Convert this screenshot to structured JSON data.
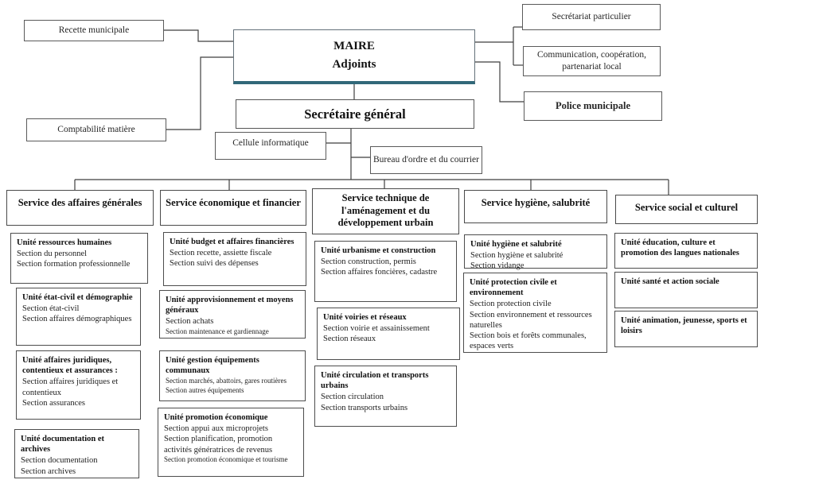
{
  "colors": {
    "maire_underline": "#316879",
    "connector_line": "#3f3f3f",
    "box_border": "#4d4d4d"
  },
  "top": {
    "recette": "Recette municipale",
    "comptabilite": "Comptabilité matière",
    "maire": "MAIRE\nAdjoints",
    "secretariat_particulier": "Secrétariat particulier",
    "communication": "Communication, coopération,\npartenariat local",
    "police": "Police municipale",
    "secretaire_general": "Secrétaire général",
    "cellule_informatique": "Cellule informatique",
    "bureau_ordre": "Bureau d'ordre et du courrier"
  },
  "columns": [
    {
      "service": "Service des affaires générales",
      "units": [
        {
          "title": "Unité ressources humaines",
          "sections": [
            "Section du personnel",
            "Section formation professionnelle"
          ]
        },
        {
          "title": "Unité état-civil et démographie",
          "sections": [
            "Section état-civil",
            "Section affaires démographiques"
          ]
        },
        {
          "title": "Unité affaires juridiques, contentieux et assurances :",
          "sections": [
            "Section affaires juridiques et contentieux",
            "Section assurances"
          ]
        },
        {
          "title": "Unité documentation et archives",
          "sections": [
            "Section documentation",
            "Section archives"
          ]
        }
      ]
    },
    {
      "service": "Service économique et financier",
      "units": [
        {
          "title": "Unité budget et affaires financières",
          "sections": [
            "Section recette, assiette fiscale",
            "Section suivi des dépenses"
          ]
        },
        {
          "title": "Unité approvisionnement et moyens généraux",
          "sections": [
            "Section achats",
            {
              "text": "Section maintenance et gardiennage",
              "small": true
            }
          ]
        },
        {
          "title": "Unité gestion équipements communaux",
          "sections": [
            {
              "text": "Section marchés, abattoirs, gares routières",
              "small": true
            },
            {
              "text": "Section autres équipements",
              "small": true
            }
          ]
        },
        {
          "title": "Unité promotion économique",
          "sections": [
            "Section appui aux microprojets",
            "Section planification, promotion activités génératrices de revenus",
            {
              "text": "Section promotion économique et tourisme",
              "small": true
            }
          ]
        }
      ]
    },
    {
      "service": "Service technique de\nl'aménagement et du\ndéveloppement urbain",
      "units": [
        {
          "title": "Unité urbanisme et construction",
          "sections": [
            "Section construction, permis",
            "Section affaires foncières, cadastre"
          ]
        },
        {
          "title": "Unité voiries et réseaux",
          "sections": [
            "Section voirie et assainissement",
            "Section réseaux"
          ]
        },
        {
          "title": "Unité circulation et transports urbains",
          "sections": [
            "Section circulation",
            "Section transports urbains"
          ]
        }
      ]
    },
    {
      "service": "Service hygiène, salubrité",
      "units": [
        {
          "title": "Unité hygiène et salubrité",
          "sections": [
            "Section hygiène et salubrité",
            "Section vidange"
          ]
        },
        {
          "title": "Unité protection civile et environnement",
          "sections": [
            "Section protection civile",
            "Section environnement et ressources naturelles",
            "Section bois et forêts communales, espaces verts"
          ]
        }
      ]
    },
    {
      "service": "Service social et culturel",
      "units": [
        {
          "title": "Unité éducation, culture et promotion des langues nationales",
          "sections": []
        },
        {
          "title": "Unité santé et action sociale",
          "sections": []
        },
        {
          "title": "Unité animation, jeunesse, sports et loisirs",
          "sections": []
        }
      ]
    }
  ]
}
